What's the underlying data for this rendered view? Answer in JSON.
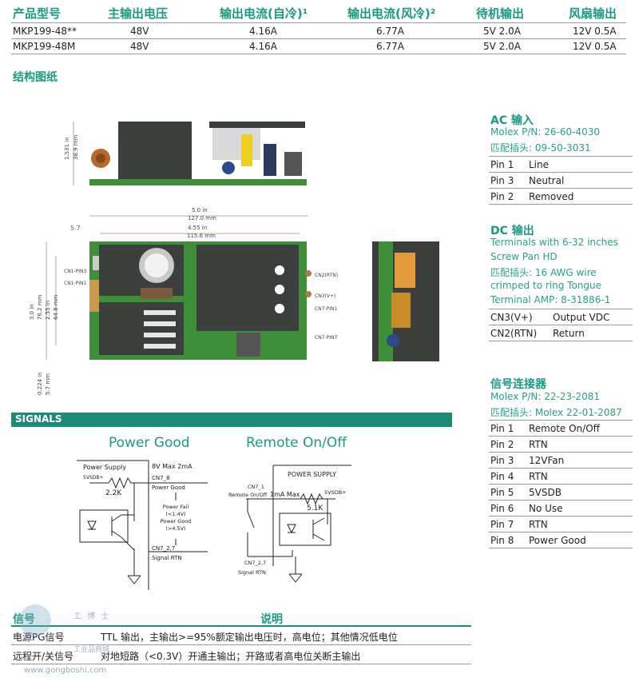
{
  "spec_table": {
    "headers": [
      "产品型号",
      "主输出电压",
      "输出电流(自冷)¹",
      "输出电流(风冷)²",
      "待机输出",
      "风扇输出"
    ],
    "rows": [
      [
        "MKP199-48**",
        "48V",
        "4.16A",
        "6.77A",
        "5V 2.0A",
        "12V 0.5A"
      ],
      [
        "MKP199-48M",
        "48V",
        "4.16A",
        "6.77A",
        "5V 2.0A",
        "12V 0.5A"
      ]
    ]
  },
  "structure_title": "结构图纸",
  "drawing": {
    "dim_height_top": [
      "1.531 in",
      "38.9 mm"
    ],
    "dim_width_outer": [
      "5.0 in",
      "127.0 mm"
    ],
    "dim_width_inner": [
      "4.55 in",
      "115.6 mm"
    ],
    "dim_offset": "5.7",
    "dim_height_left": [
      "3.0 in",
      "76.2 mm",
      "2.55 in",
      "64.8 mm"
    ],
    "dim_bottom": [
      "0.224 in",
      "5.7 mm"
    ],
    "labels": {
      "cn1_pin3": "CN1-PIN3",
      "cn1_pin1": "CN1-PIN1",
      "cn2": "CN2(RTN)",
      "cn3": "CN3(V+)",
      "cn7_pin1": "CN7-PIN1",
      "cn7_pin7": "CN7-PIN7"
    }
  },
  "ac_input": {
    "title": "AC 输入",
    "lines": [
      "Molex P/N: 26-60-4030",
      "匹配插头: 09-50-3031"
    ],
    "pins": [
      [
        "Pin 1",
        "Line"
      ],
      [
        "Pin 3",
        "Neutral"
      ],
      [
        "Pin 2",
        "Removed"
      ]
    ]
  },
  "dc_output": {
    "title": "DC 输出",
    "lines": [
      "Terminals with 6-32 inches",
      "Screw Pan HD",
      "匹配插头: 16 AWG wire",
      "crimped to ring Tongue",
      "Terminal AMP: 8-31886-1"
    ],
    "pins": [
      [
        "CN3(V+)",
        "Output VDC"
      ],
      [
        "CN2(RTN)",
        "Return"
      ]
    ]
  },
  "signal_connector": {
    "title": "信号连接器",
    "lines": [
      "Molex P/N: 22-23-2081",
      "匹配插头: Molex 22-01-2087"
    ],
    "pins": [
      [
        "Pin 1",
        "Remote On/Off"
      ],
      [
        "Pin 2",
        "RTN"
      ],
      [
        "Pin 3",
        "12VFan"
      ],
      [
        "Pin 4",
        "RTN"
      ],
      [
        "Pin 5",
        "5VSDB"
      ],
      [
        "Pin 6",
        "No Use"
      ],
      [
        "Pin 7",
        "RTN"
      ],
      [
        "Pin 8",
        "Power Good"
      ]
    ]
  },
  "signals": {
    "bar_label": "SIGNALS",
    "power_good": {
      "title": "Power Good",
      "power_supply": "Power Supply",
      "vsdb": "5VSDB+",
      "resistor": "2.2K",
      "max": "8V Max 2mA",
      "cn7_8": "CN7_8",
      "pg_label": "Power Good",
      "pf1": "Power Fail",
      "pf2": "(<1.4V)",
      "pg2": "Power Good",
      "pg3": "(>4.5V)",
      "cn7_27": "CN7_2,7",
      "signal_rtn": "Signal RTN"
    },
    "remote": {
      "title": "Remote On/Off",
      "power_supply": "POWER SUPPLY",
      "cn7_1": "CN7_1",
      "remote_label": "Remote On/Off",
      "max": "1mA Max",
      "vsdb": "5VSDB+",
      "resistor": "5.1K",
      "cn7_27": "CN7_2,7",
      "signal_rtn": "Signal RTN"
    }
  },
  "signal_desc": {
    "header_left": "信号",
    "header_right": "说明",
    "rows": [
      [
        "电源PG信号",
        "TTL 输出，主输出>=95%额定输出电压时，高电位；其他情况低电位"
      ],
      [
        "远程开/关信号",
        "对地短路（<0.3V）开通主输出；开路或者高电位关断主输出"
      ]
    ]
  },
  "watermark": {
    "brand": "工 博 士",
    "sub": "工业品商城",
    "url": "www.gongboshi.com"
  },
  "colors": {
    "accent": "#1a9a84",
    "bar": "#1e8b78",
    "pcb_green": "#3f8f3a",
    "heatsink": "#3b3f3c"
  }
}
